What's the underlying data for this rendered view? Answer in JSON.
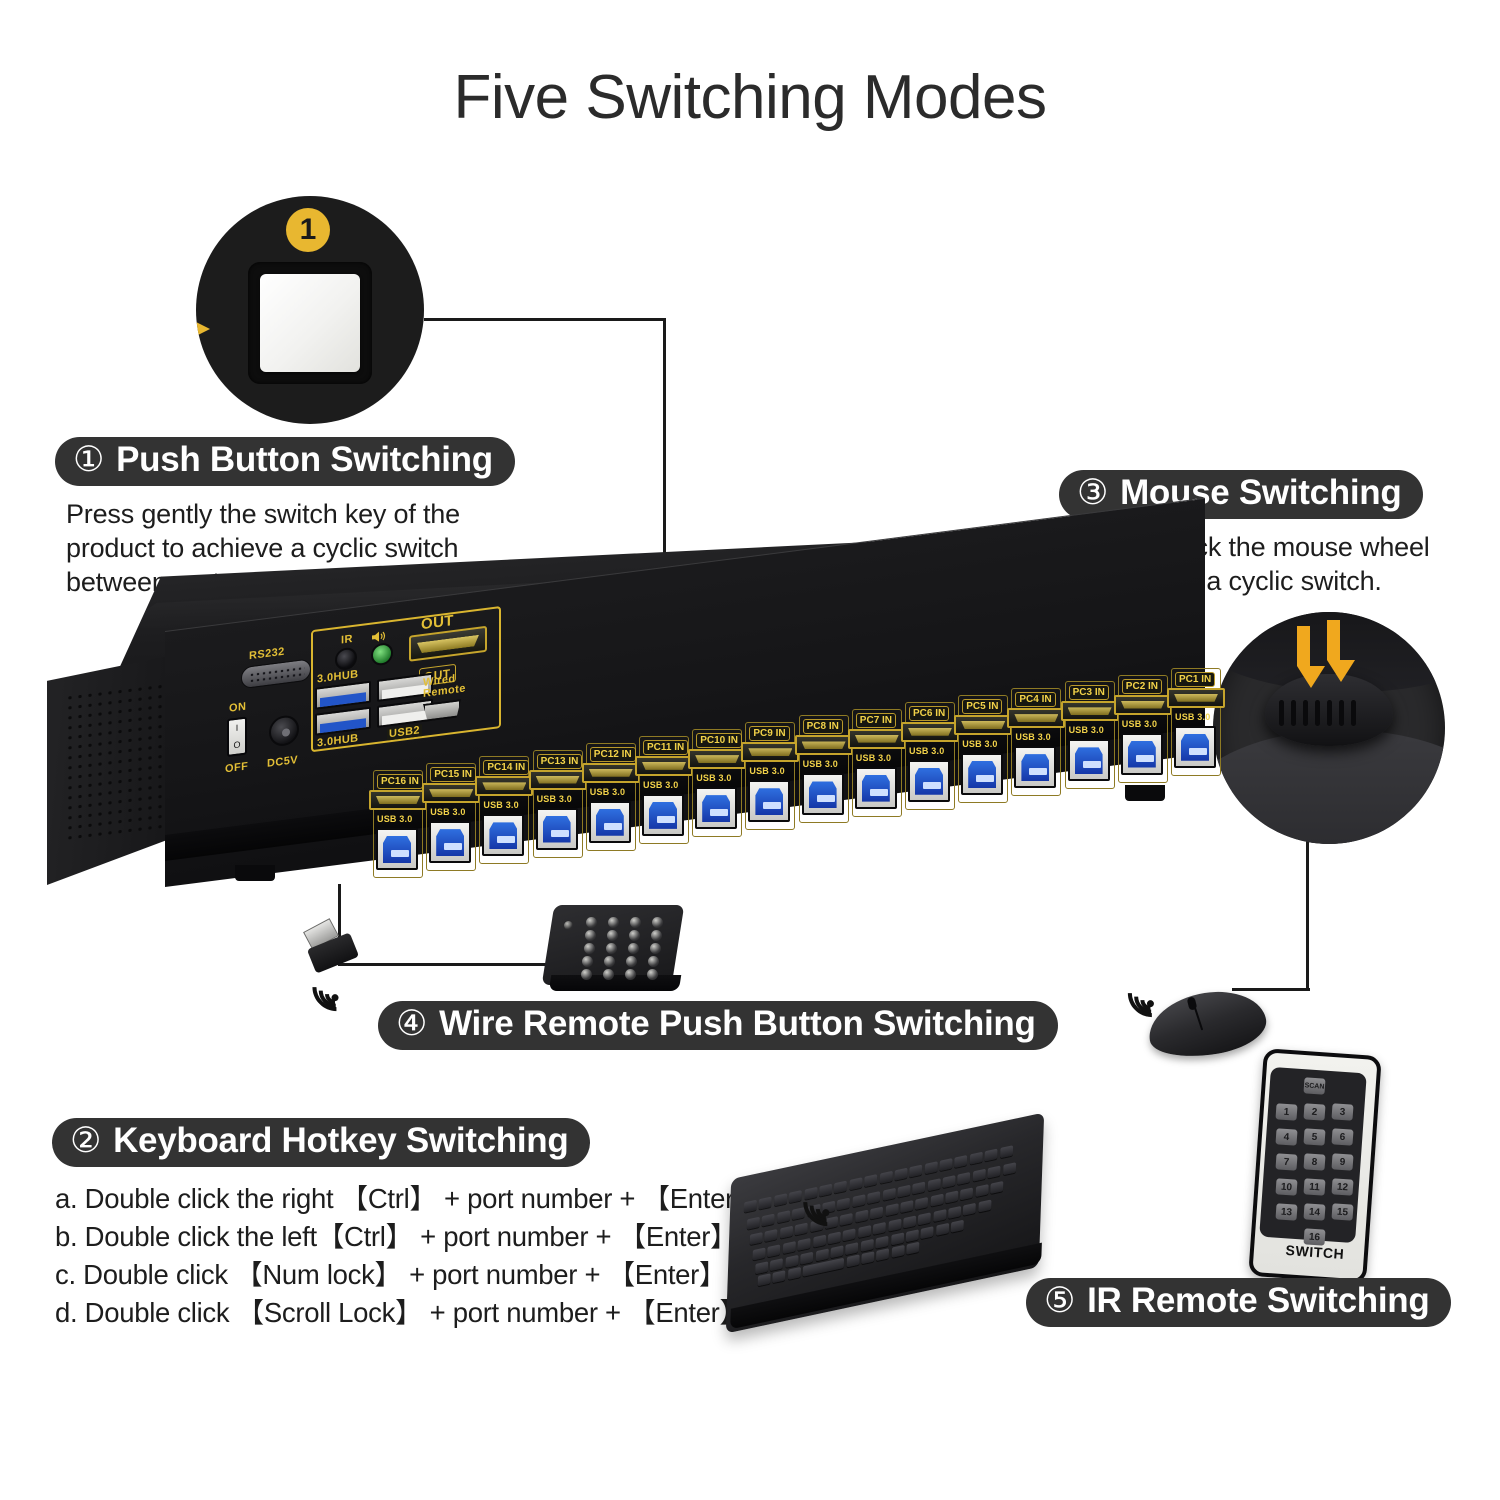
{
  "title": "Five Switching Modes",
  "callouts": {
    "push_button": {
      "number": "①",
      "label": "Push Button Switching",
      "body": "Press gently the switch key of the\nproduct to achieve a cyclic switch\nbetween ports."
    },
    "keyboard_hotkey": {
      "number": "②",
      "label": "Keyboard Hotkey Switching",
      "lines": [
        "a. Double click the right 【Ctrl】 + port number + 【Enter】",
        "b. Double click the left【Ctrl】 + port number + 【Enter】",
        "c. Double click 【Num lock】 + port number + 【Enter】",
        "d. Double click 【Scroll Lock】 + port number + 【Enter】"
      ]
    },
    "mouse": {
      "number": "③",
      "label": "Mouse Switching",
      "body": "Double click the mouse wheel\nto achieve a cyclic switch."
    },
    "wire_remote": {
      "number": "④",
      "label": "Wire Remote Push Button Switching"
    },
    "ir_remote": {
      "number": "⑤",
      "label": "IR Remote Switching"
    }
  },
  "zoom_badge": {
    "number": "1"
  },
  "device": {
    "left_panel": {
      "rs232_label": "RS232",
      "power_on_label": "ON",
      "power_off_label": "OFF",
      "power_dc_label": "DC5V",
      "rocker_on": "I",
      "rocker_off": "O",
      "hub_label_top": "3.0HUB",
      "hub_label_bottom": "3.0HUB",
      "usb2_label": "USB2",
      "ir_label": "IR",
      "audio_icon": "speaker-icon",
      "hdmi_out_label": "OUT",
      "usb_out_label": "OUT",
      "wired_remote_label": "Wired\nRemote"
    },
    "port_usb_label": "USB 3.0",
    "ports": [
      "PC16 IN",
      "PC15 IN",
      "PC14 IN",
      "PC13 IN",
      "PC12 IN",
      "PC11 IN",
      "PC10 IN",
      "PC9 IN",
      "PC8 IN",
      "PC7 IN",
      "PC6 IN",
      "PC5 IN",
      "PC4 IN",
      "PC3 IN",
      "PC2 IN",
      "PC1 IN"
    ]
  },
  "ir_remote_keys": {
    "scan": "SCAN",
    "numbers": [
      "1",
      "2",
      "3",
      "4",
      "5",
      "6",
      "7",
      "8",
      "9",
      "10",
      "11",
      "12",
      "13",
      "14",
      "15",
      "16"
    ],
    "footer": "SWITCH"
  },
  "colors": {
    "accent_yellow": "#e8b730",
    "pill_dark": "#333333",
    "port_gold": "#f2d249",
    "usb_blue": "#2f6fe0",
    "text_dark": "#1d1d1d"
  }
}
